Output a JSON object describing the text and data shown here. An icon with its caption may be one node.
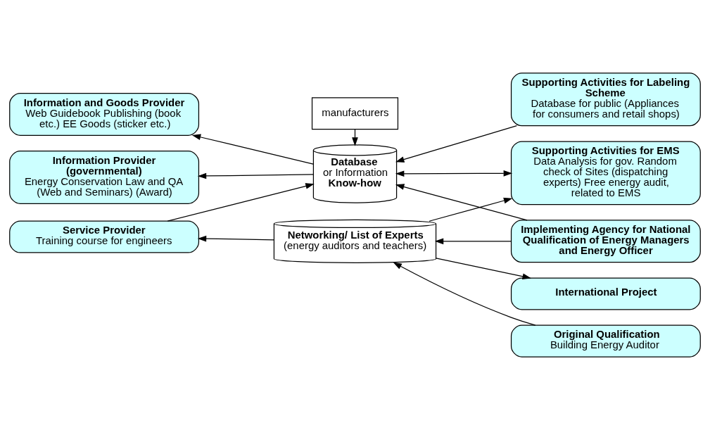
{
  "diagram": {
    "nodes": [
      {
        "text": [
          "Information Provider (governmental)",
          "Energy Conservation Law and QA (Web and Seminars) (Award)"
        ]
      },
      {
        "text": [
          "manufacturers"
        ]
      },
      {
        "text": [
          "Implementing Agency for National Qualification of Energy Managers and Energy Officer"
        ]
      },
      {
        "text": [
          "Supporting Activities for EMS",
          "Data Analysis for gov. Random check of Sites (dispatching experts) Free energy audit, related to EMS"
        ]
      },
      {
        "text": [
          "Database",
          "or Information",
          "Know-how"
        ]
      },
      {
        "text": [
          "Information and Goods Provider",
          "Web Guidebook Publishing (book etc.) EE Goods (sticker etc.)"
        ]
      },
      {
        "text": [
          "Supporting Activities for Labeling Scheme",
          "Database for public (Appliances for consumers and retail shops)"
        ]
      },
      {
        "text": [
          "Networking/ List of Experts",
          "(energy auditors and teachers)"
        ]
      },
      {
        "text": [
          "Service Provider",
          "Training course for engineers"
        ]
      },
      {
        "text": [
          "Original Qualification",
          "Building Energy Auditor"
        ]
      },
      {
        "text": [
          "International Project"
        ]
      }
    ],
    "edges": [
      {
        "from": 1,
        "to": 4,
        "arrow": "to"
      },
      {
        "from": 2,
        "to": 4,
        "arrow": "to"
      },
      {
        "from": 2,
        "to": 7,
        "arrow": "to"
      },
      {
        "from": 4,
        "to": 0,
        "arrow": "to"
      },
      {
        "from": 4,
        "to": 5,
        "arrow": "to"
      },
      {
        "from": 8,
        "to": 4,
        "arrow": "to"
      },
      {
        "from": 4,
        "to": 3,
        "arrow": "both"
      },
      {
        "from": 7,
        "to": 3,
        "arrow": "to"
      },
      {
        "from": 6,
        "to": 4,
        "arrow": "to"
      },
      {
        "from": 7,
        "to": 8,
        "arrow": "to"
      },
      {
        "from": 9,
        "to": 7,
        "arrow": "to"
      },
      {
        "from": 7,
        "to": 10,
        "arrow": "to"
      }
    ]
  }
}
